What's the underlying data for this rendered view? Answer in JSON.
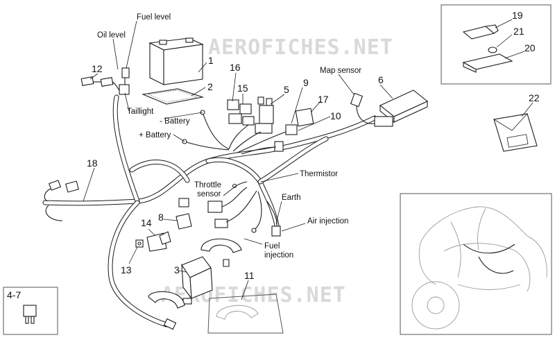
{
  "watermark": "AEROFICHES.NET",
  "labels": {
    "fuel_level": "Fuel level",
    "oil_level": "Oil level",
    "taillight": "Taillight",
    "minus_battery": "- Battery",
    "plus_battery": "+ Battery",
    "map_sensor": "Map sensor",
    "thermistor": "Thermistor",
    "throttle_sensor_1": "Throttle",
    "throttle_sensor_2": "sensor",
    "earth": "Earth",
    "air_injection": "Air injection",
    "fuel_injection_1": "Fuel",
    "fuel_injection_2": "injection"
  },
  "numbers": {
    "n1": "1",
    "n2": "2",
    "n3": "3",
    "n5": "5",
    "n6": "6",
    "n8": "8",
    "n9": "9",
    "n10": "10",
    "n11": "11",
    "n12": "12",
    "n13": "13",
    "n14": "14",
    "n15": "15",
    "n16": "16",
    "n17": "17",
    "n18": "18",
    "n19": "19",
    "n20": "20",
    "n21": "21",
    "n22": "22",
    "n4_7": "4-7"
  }
}
